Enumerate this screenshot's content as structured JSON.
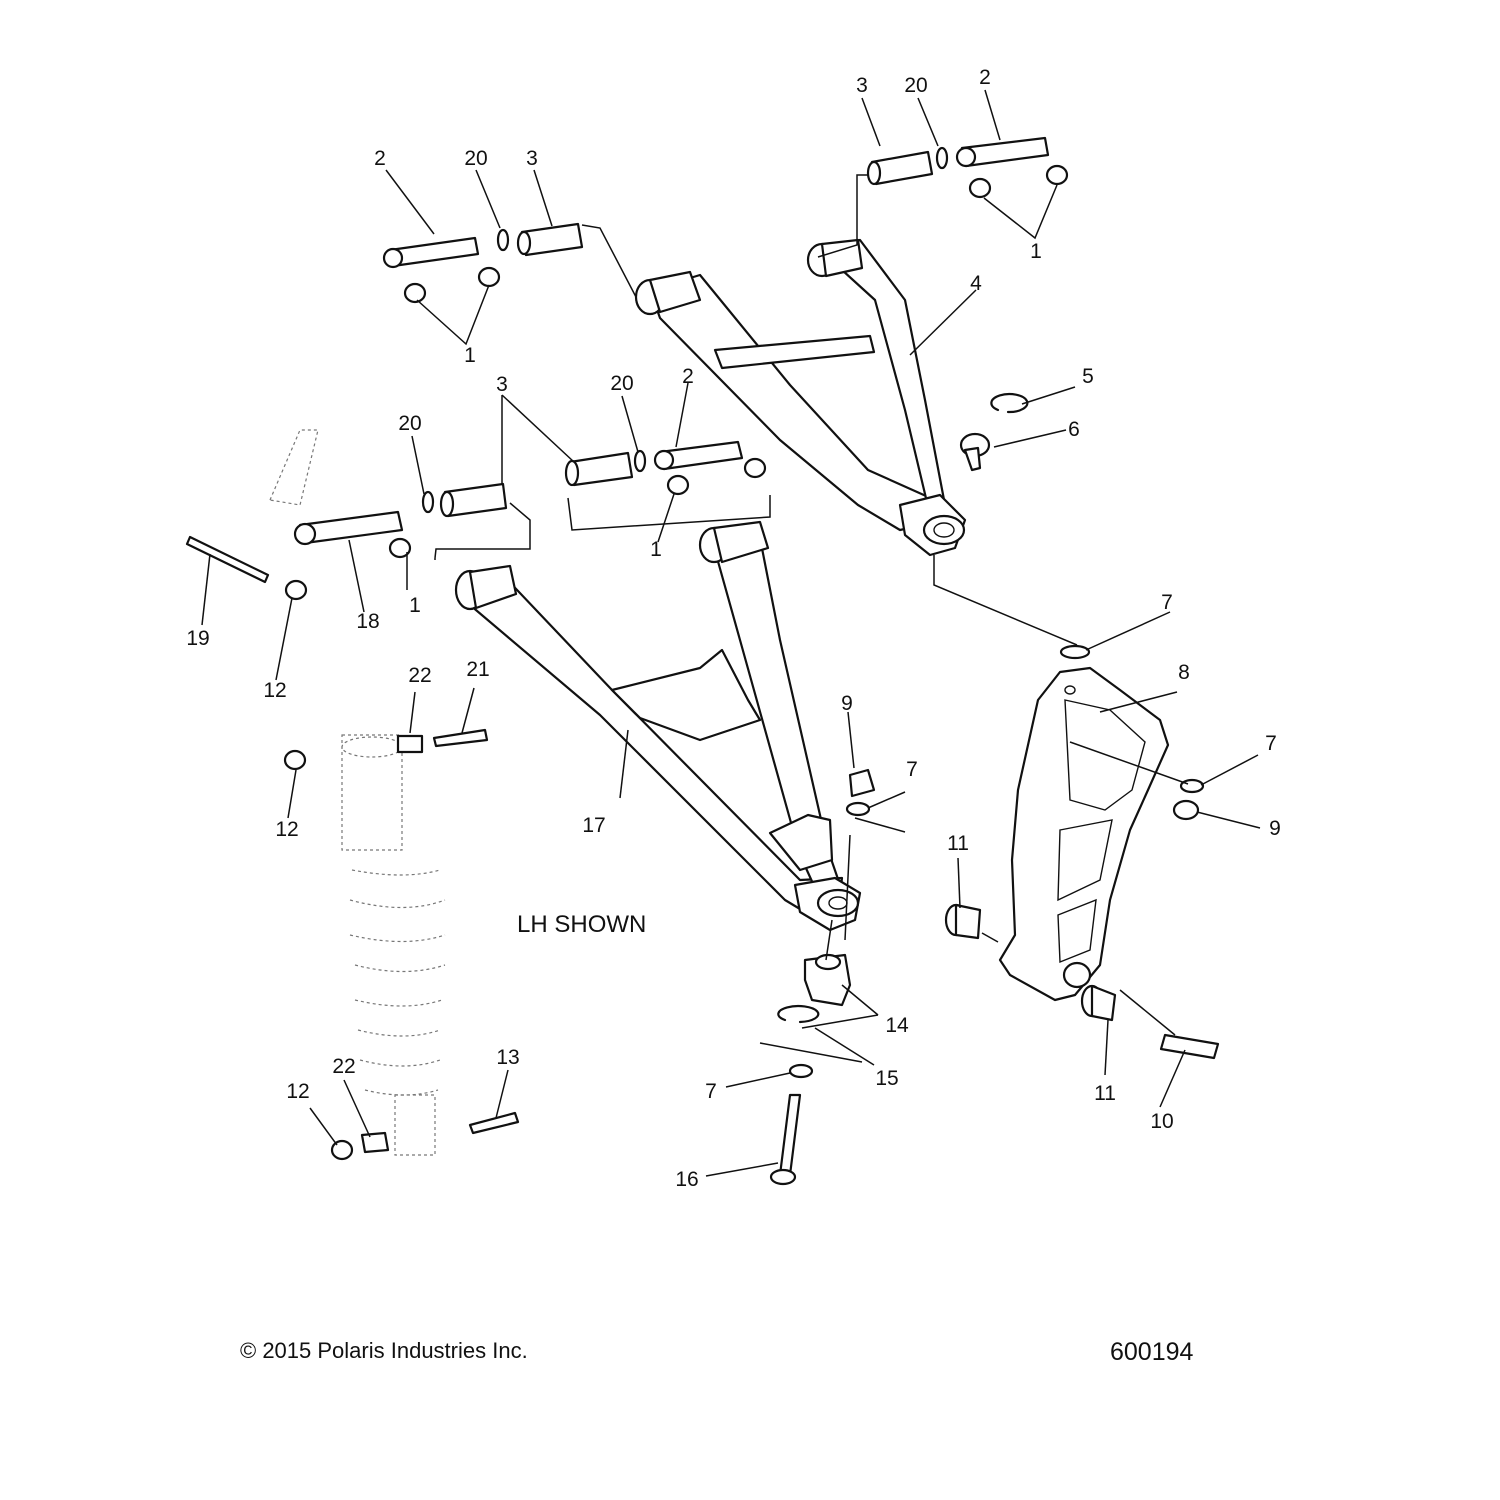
{
  "diagram": {
    "note": "LH SHOWN",
    "copyright": "© 2015 Polaris Industries Inc.",
    "figure_number": "600194",
    "callouts": {
      "c1a": "1",
      "c1b": "1",
      "c1c": "1",
      "c1d": "1",
      "c2a": "2",
      "c2b": "2",
      "c2c": "2",
      "c3a": "3",
      "c3b": "3",
      "c3c": "3",
      "c4": "4",
      "c5": "5",
      "c6": "6",
      "c7a": "7",
      "c7b": "7",
      "c7c": "7",
      "c7d": "7",
      "c8": "8",
      "c9a": "9",
      "c9b": "9",
      "c10": "10",
      "c11a": "11",
      "c11b": "11",
      "c12a": "12",
      "c12b": "12",
      "c12c": "12",
      "c13": "13",
      "c14": "14",
      "c15": "15",
      "c16": "16",
      "c17": "17",
      "c18": "18",
      "c19": "19",
      "c20a": "20",
      "c20b": "20",
      "c20c": "20",
      "c21": "21",
      "c22a": "22",
      "c22b": "22"
    }
  }
}
